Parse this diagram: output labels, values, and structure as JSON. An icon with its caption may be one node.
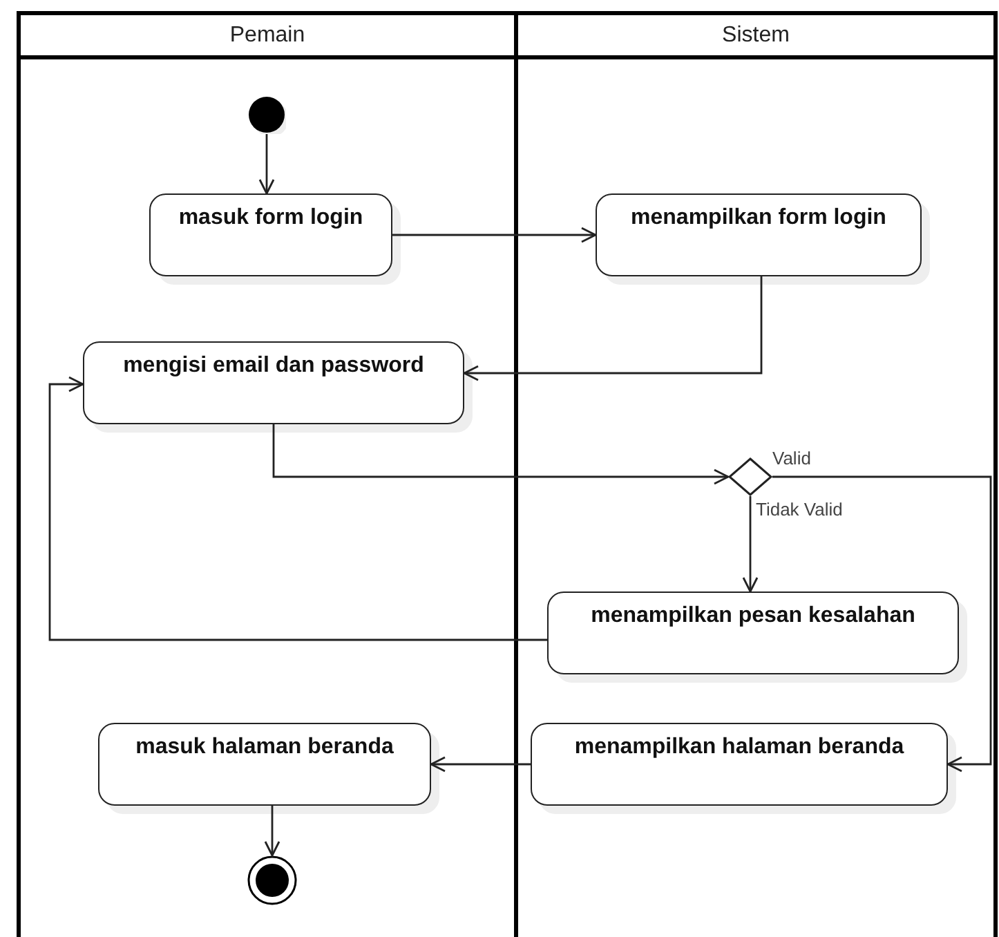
{
  "diagram": {
    "nodes": [
      {
        "text": [
          "Pemain"
        ]
      },
      {
        "text": [
          "Sistem"
        ]
      },
      {
        "text": [],
        "shape": "circle",
        "in": 0
      },
      {
        "text": [
          "masuk form login"
        ],
        "in": 0
      },
      {
        "text": [
          "menampilkan form login"
        ],
        "in": 1
      },
      {
        "text": [
          "mengisi email dan password"
        ],
        "in": 0
      },
      {
        "text": [],
        "shape": "diamond",
        "in": 1
      },
      {
        "text": [
          "menampilkan pesan kesalahan"
        ],
        "in": 1
      },
      {
        "text": [
          "masuk halaman beranda"
        ],
        "in": 0
      },
      {
        "text": [
          "menampilkan halaman beranda"
        ],
        "in": 1
      },
      {
        "text": [],
        "shape": "circle",
        "in": 0
      }
    ],
    "edges": [
      {
        "from": 2,
        "to": 3,
        "arrow": "to"
      },
      {
        "from": 3,
        "to": 4,
        "arrow": "to"
      },
      {
        "from": 4,
        "to": 5,
        "arrow": "to"
      },
      {
        "from": 5,
        "to": 6,
        "arrow": "to"
      },
      {
        "from": 6,
        "to": 7,
        "arrow": "to",
        "label": "Tidak Valid"
      },
      {
        "from": 6,
        "to": 9,
        "arrow": "to",
        "label": "Valid"
      },
      {
        "from": 7,
        "to": 5,
        "arrow": "to"
      },
      {
        "from": 9,
        "to": 8,
        "arrow": "to"
      },
      {
        "from": 8,
        "to": 10,
        "arrow": "to"
      }
    ]
  }
}
